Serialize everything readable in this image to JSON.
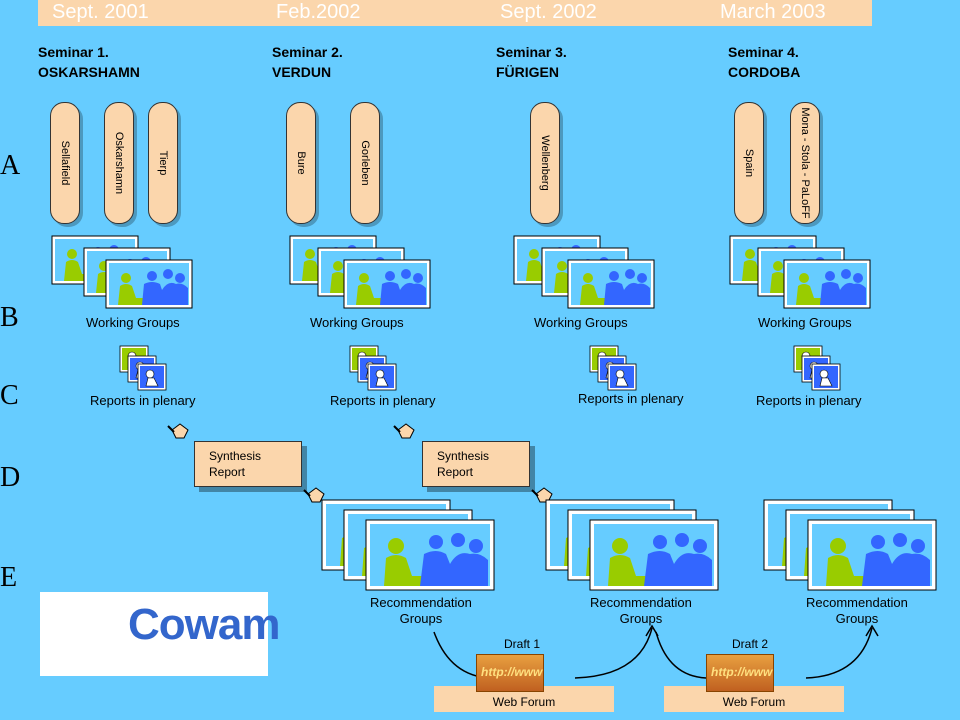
{
  "timeline": {
    "dates": [
      "Sept. 2001",
      "Feb.2002",
      "Sept. 2002",
      "March 2003"
    ]
  },
  "seminars": [
    {
      "number": "Seminar 1.",
      "place": "OSKARSHAMN",
      "sites": [
        "Sellafield",
        "Oskarshamn",
        "Tierp"
      ]
    },
    {
      "number": "Seminar 2.",
      "place": "VERDUN",
      "sites": [
        "Bure",
        "Gorleben"
      ]
    },
    {
      "number": "Seminar 3.",
      "place": "FÜRIGEN",
      "sites": [
        "Wellenberg"
      ]
    },
    {
      "number": "Seminar 4.",
      "place": "CORDOBA",
      "sites": [
        "Spain",
        "Mona - Stola - PaLoFF"
      ]
    }
  ],
  "rows": [
    "A",
    "B",
    "C",
    "D",
    "E"
  ],
  "labels": {
    "working_groups": "Working Groups",
    "reports_in_plenary": "Reports in plenary",
    "synthesis_report": "Synthesis\nReport",
    "recommendation_groups": "Recommendation\nGroups",
    "web_forum": "Web Forum",
    "http": "http://www",
    "draft1": "Draft 1",
    "draft2": "Draft 2"
  },
  "logo": {
    "text": "Cowam"
  },
  "colors": {
    "background": "#66CCFF",
    "peach": "#FBD6AC",
    "figure_blue": "#3366FF",
    "figure_green": "#99CC00"
  }
}
